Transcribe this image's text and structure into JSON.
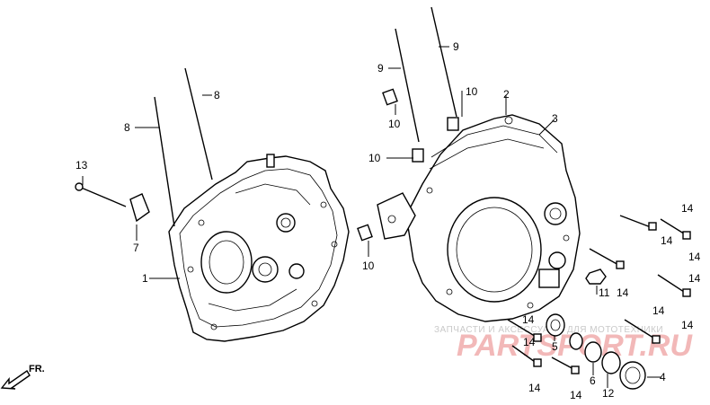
{
  "callouts": {
    "c1": "1",
    "c2": "2",
    "c3": "3",
    "c4": "4",
    "c5": "5",
    "c6": "6",
    "c7": "7",
    "c8a": "8",
    "c8b": "8",
    "c9a": "9",
    "c9b": "9",
    "c10a": "10",
    "c10b": "10",
    "c10c": "10",
    "c11": "11",
    "c12": "12",
    "c13": "13",
    "c14a": "14",
    "c14b": "14",
    "c14c": "14",
    "c14d": "14",
    "c14e": "14",
    "c14f": "14",
    "c14g": "14",
    "c14h": "14",
    "c14i": "14",
    "c14j": "14",
    "c14k": "14"
  },
  "watermark": {
    "caption": "ЗАПЧАСТИ И АКСЕССУАРЫ ДЛЯ МОТОТЕХНИКИ",
    "logo": "PARTSPORT.RU"
  },
  "direction": {
    "label": "FR."
  }
}
